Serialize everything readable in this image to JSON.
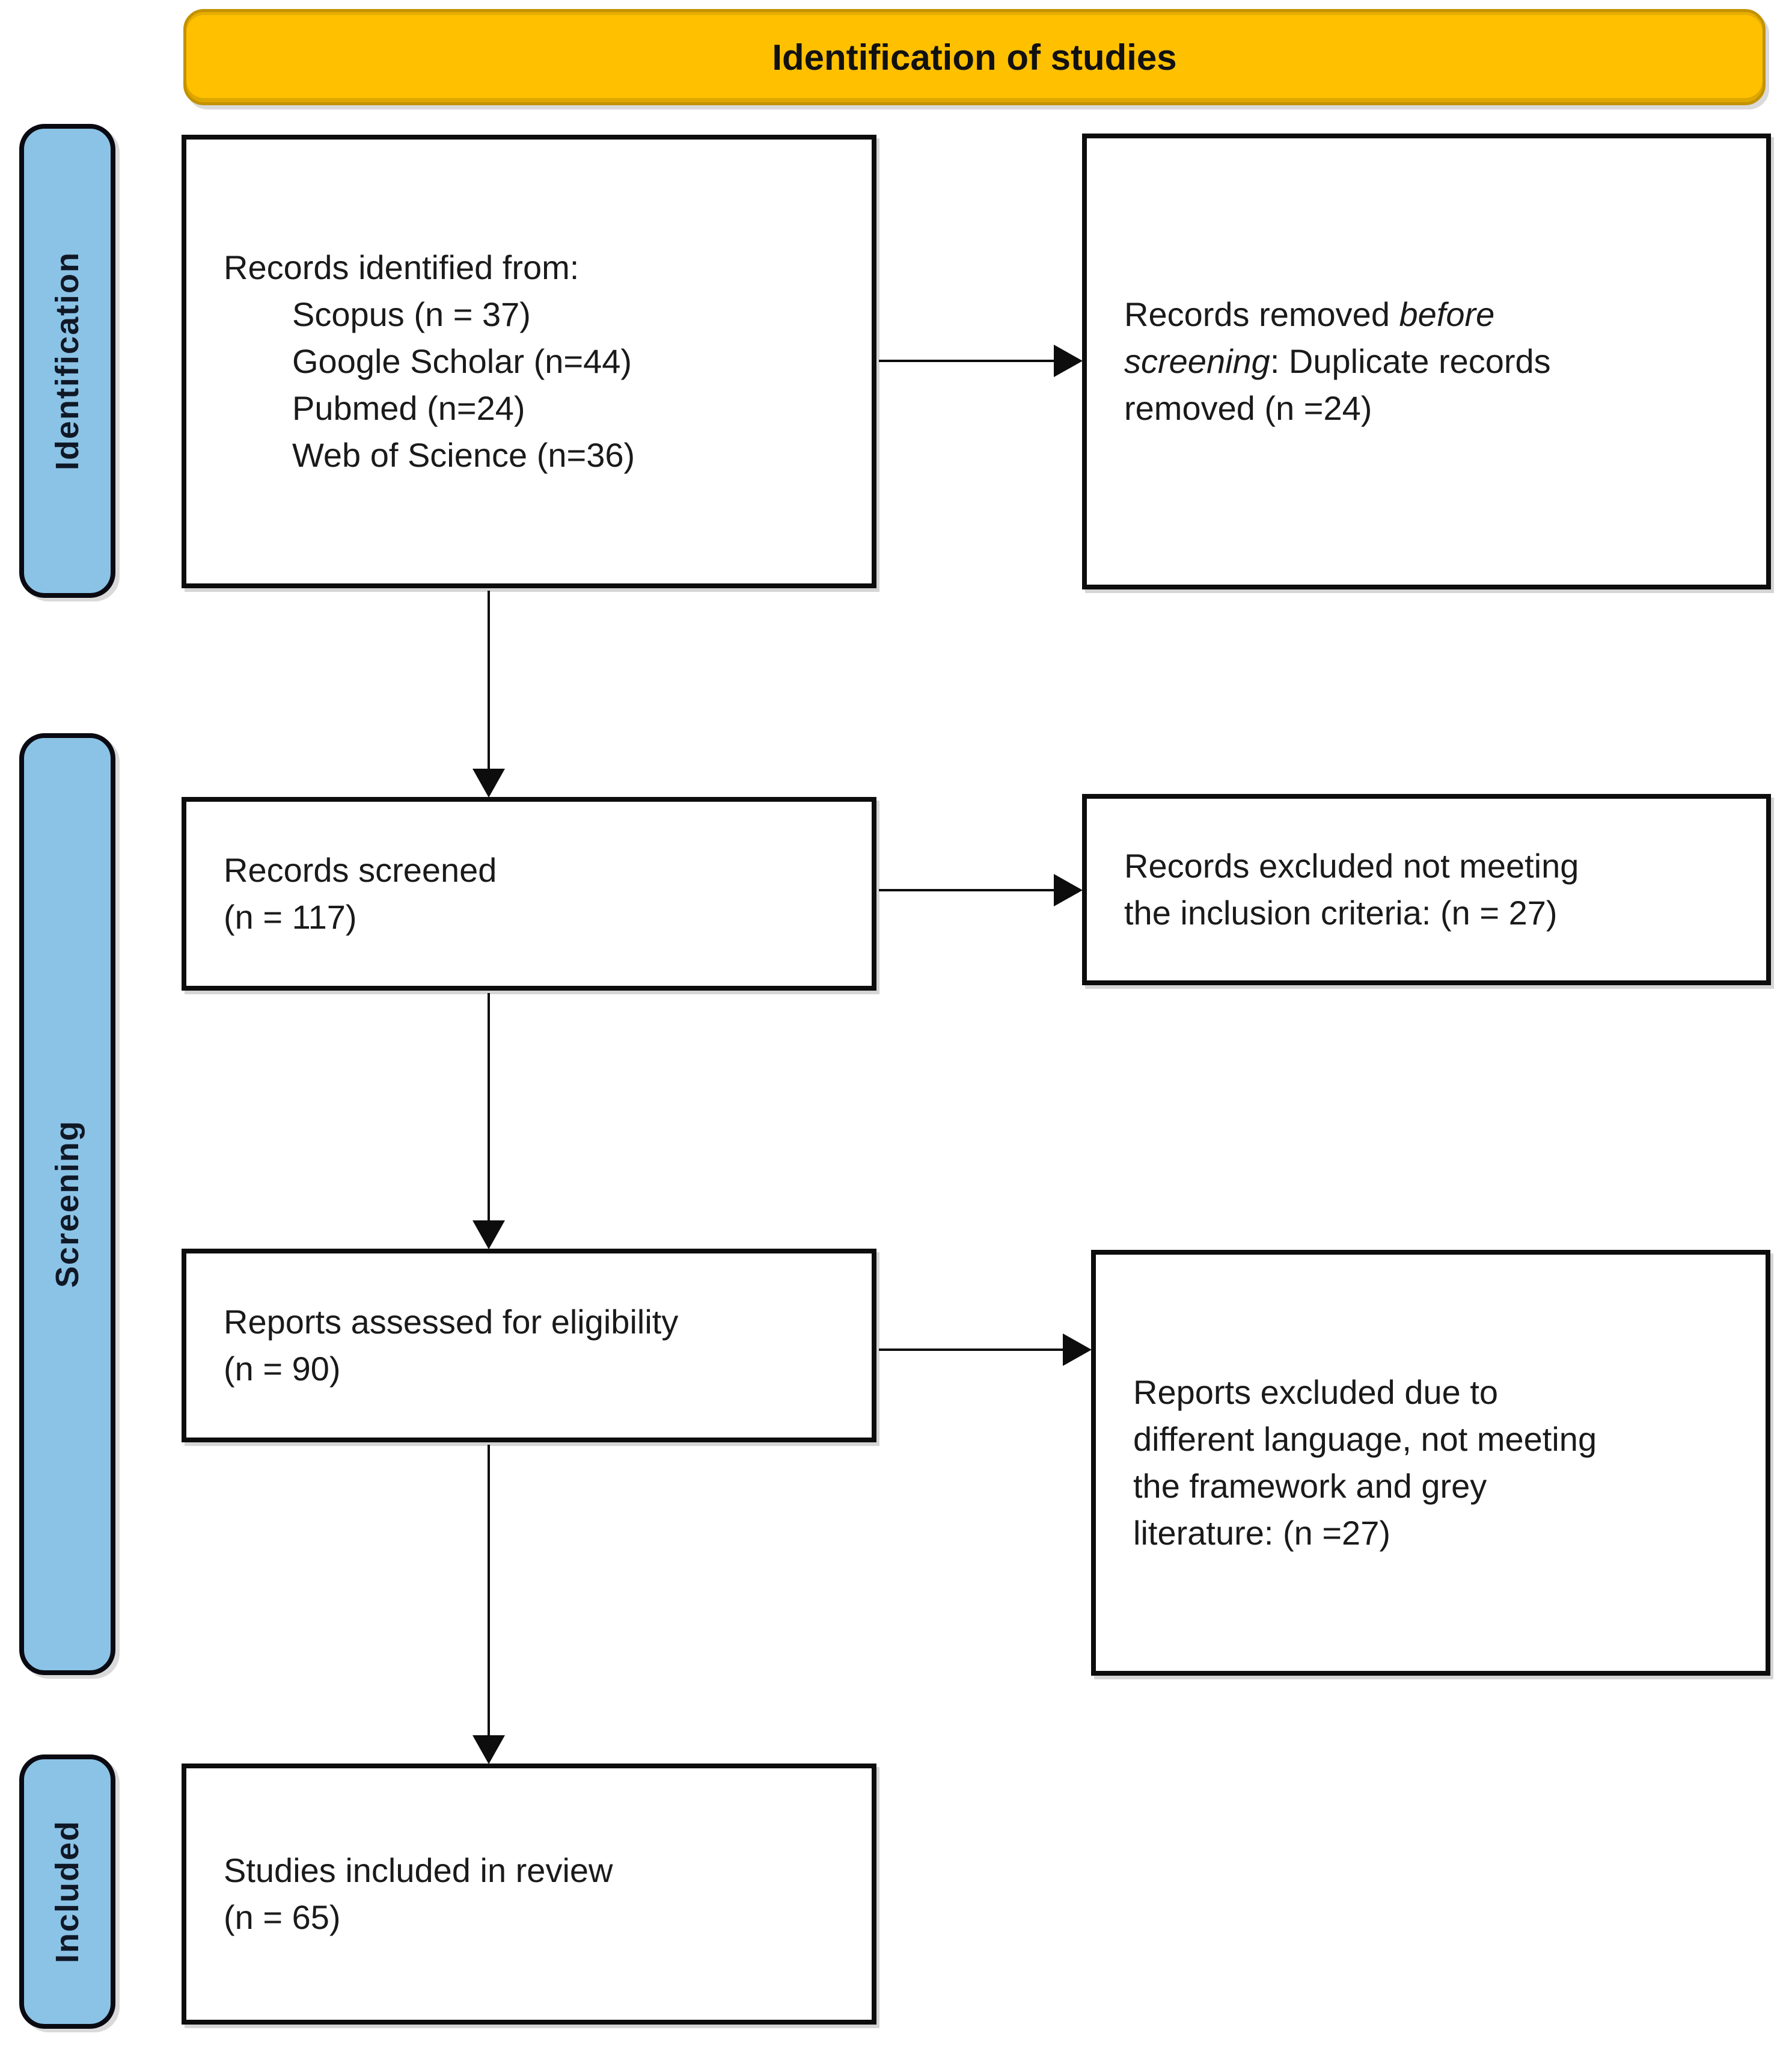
{
  "banner": {
    "label": "Identification of studies"
  },
  "stages": [
    {
      "id": "identification",
      "label": "Identification"
    },
    {
      "id": "screening",
      "label": "Screening"
    },
    {
      "id": "included",
      "label": "Included"
    }
  ],
  "boxes": [
    {
      "id": "records-identified",
      "lines": [
        {
          "indent": false,
          "segments": [
            {
              "text": "Records identified from:"
            }
          ]
        },
        {
          "indent": true,
          "segments": [
            {
              "text": "Scopus (n = 37)"
            }
          ]
        },
        {
          "indent": true,
          "segments": [
            {
              "text": "Google Scholar (n=44)"
            }
          ]
        },
        {
          "indent": true,
          "segments": [
            {
              "text": "Pubmed (n=24)"
            }
          ]
        },
        {
          "indent": true,
          "segments": [
            {
              "text": "Web of Science (n=36)"
            }
          ]
        }
      ]
    },
    {
      "id": "records-removed",
      "lines": [
        {
          "indent": false,
          "segments": [
            {
              "text": "Records removed "
            },
            {
              "text": "before",
              "italic": true
            }
          ]
        },
        {
          "indent": false,
          "segments": [
            {
              "text": "screening",
              "italic": true
            },
            {
              "text": ": Duplicate records"
            }
          ]
        },
        {
          "indent": false,
          "segments": [
            {
              "text": "removed (n =24)"
            }
          ]
        }
      ]
    },
    {
      "id": "records-screened",
      "lines": [
        {
          "indent": false,
          "segments": [
            {
              "text": "Records screened"
            }
          ]
        },
        {
          "indent": false,
          "segments": [
            {
              "text": "(n = 117)"
            }
          ]
        }
      ]
    },
    {
      "id": "records-excluded",
      "lines": [
        {
          "indent": false,
          "segments": [
            {
              "text": "Records excluded not meeting"
            }
          ]
        },
        {
          "indent": false,
          "segments": [
            {
              "text": "the inclusion criteria: (n = 27)"
            }
          ]
        }
      ]
    },
    {
      "id": "reports-assessed",
      "lines": [
        {
          "indent": false,
          "segments": [
            {
              "text": "Reports assessed for eligibility"
            }
          ]
        },
        {
          "indent": false,
          "segments": [
            {
              "text": "(n = 90)"
            }
          ]
        }
      ]
    },
    {
      "id": "reports-excluded",
      "lines": [
        {
          "indent": false,
          "segments": [
            {
              "text": "Reports excluded due to"
            }
          ]
        },
        {
          "indent": false,
          "segments": [
            {
              "text": "different language, not meeting"
            }
          ]
        },
        {
          "indent": false,
          "segments": [
            {
              "text": "the framework and grey"
            }
          ]
        },
        {
          "indent": false,
          "segments": [
            {
              "text": "literature: (n =27)"
            }
          ]
        }
      ]
    },
    {
      "id": "studies-included",
      "lines": [
        {
          "indent": false,
          "segments": [
            {
              "text": "Studies included in review"
            }
          ]
        },
        {
          "indent": false,
          "segments": [
            {
              "text": "(n = 65)"
            }
          ]
        }
      ]
    }
  ],
  "colors": {
    "banner_fill": "#FFC000",
    "banner_border": "#C49200",
    "stage_fill": "#8BC3E6",
    "box_border": "#0D0D0D",
    "arrow": "#0D0D0D"
  }
}
